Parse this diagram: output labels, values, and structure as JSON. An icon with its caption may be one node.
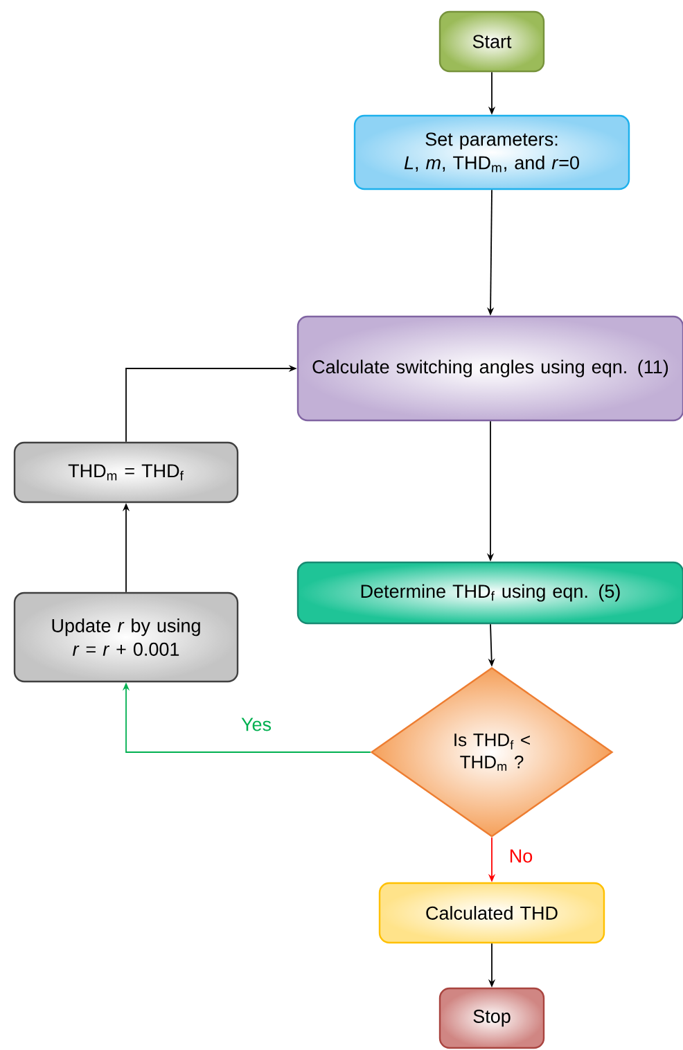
{
  "diagram": {
    "nodes": [
      {
        "text": [
          "Start"
        ]
      },
      {
        "text": [
          "Set parameters:",
          "*L*, *m*, THD$_{m}$, and *r*=0"
        ]
      },
      {
        "text": [
          "Calculate switching angles using eqn. (11)"
        ]
      },
      {
        "text": [
          "THD$_{m}$ = THD$_{f}$"
        ]
      },
      {
        "text": [
          "Determine THD$_{f}$ using eqn. (5)"
        ]
      },
      {
        "text": [
          "Update *r* by using *r* = *r* + 0.001"
        ]
      },
      {
        "text": [
          "Is THD$_{f}$ < THD$_{m}$ ?"
        ]
      },
      {
        "text": [
          "Calculated THD"
        ]
      },
      {
        "text": [
          "Stop"
        ]
      }
    ],
    "edges": [
      {
        "from": 0,
        "to": 1,
        "arrow": "to"
      },
      {
        "from": 1,
        "to": 2,
        "arrow": "to"
      },
      {
        "from": 2,
        "to": 4,
        "arrow": "to"
      },
      {
        "from": 4,
        "to": 6,
        "arrow": "to"
      },
      {
        "from": 6,
        "to": 5,
        "arrow": "to",
        "label": "Yes",
        "color": "#00b050"
      },
      {
        "from": 5,
        "to": 3,
        "arrow": "to"
      },
      {
        "from": 3,
        "to": 2,
        "arrow": "to"
      },
      {
        "from": 6,
        "to": 7,
        "arrow": "to",
        "label": "No",
        "color": "#ff0000"
      },
      {
        "from": 7,
        "to": 8,
        "arrow": "to"
      }
    ]
  }
}
